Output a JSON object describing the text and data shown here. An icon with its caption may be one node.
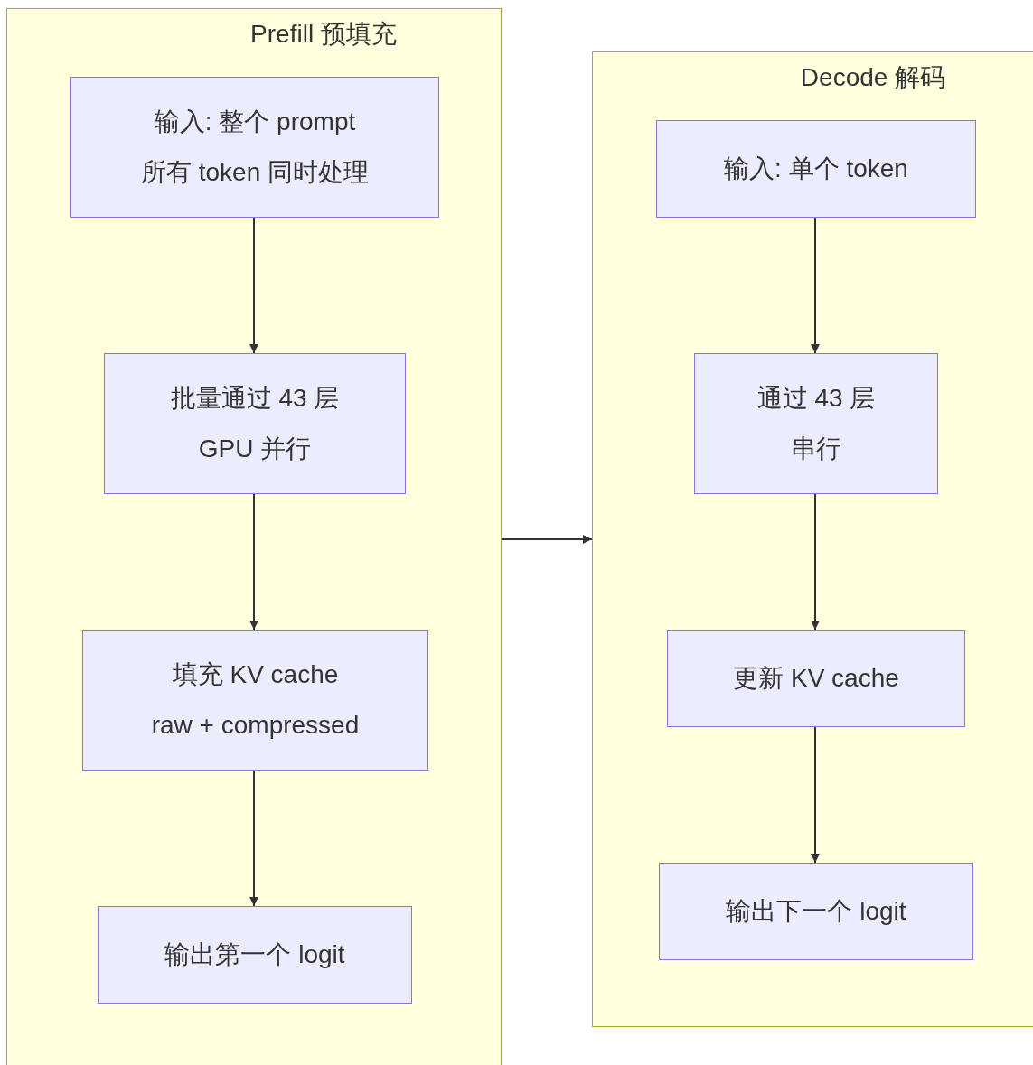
{
  "diagram": {
    "nodes": [
      {
        "text": [
          "Prefill 预填充"
        ]
      },
      {
        "text": [
          "输入: 整个 prompt",
          "所有 token 同时处理"
        ],
        "in": 0
      },
      {
        "text": [
          "批量通过 43 层",
          "GPU 并行"
        ],
        "in": 0
      },
      {
        "text": [
          "填充 KV cache",
          "raw + compressed"
        ],
        "in": 0
      },
      {
        "text": [
          "输出第一个 logit"
        ],
        "in": 0
      },
      {
        "text": [
          "Decode 解码"
        ]
      },
      {
        "text": [
          "输入: 单个 token"
        ],
        "in": 5
      },
      {
        "text": [
          "通过 43 层",
          "串行"
        ],
        "in": 5
      },
      {
        "text": [
          "更新 KV cache"
        ],
        "in": 5
      },
      {
        "text": [
          "输出下一个 logit"
        ],
        "in": 5
      }
    ],
    "edges": [
      {
        "from": 1,
        "to": 2,
        "arrow": "to"
      },
      {
        "from": 2,
        "to": 3,
        "arrow": "to"
      },
      {
        "from": 3,
        "to": 4,
        "arrow": "to"
      },
      {
        "from": 0,
        "to": 5,
        "arrow": "to"
      },
      {
        "from": 6,
        "to": 7,
        "arrow": "to"
      },
      {
        "from": 7,
        "to": 8,
        "arrow": "to"
      },
      {
        "from": 8,
        "to": 9,
        "arrow": "to"
      }
    ]
  }
}
